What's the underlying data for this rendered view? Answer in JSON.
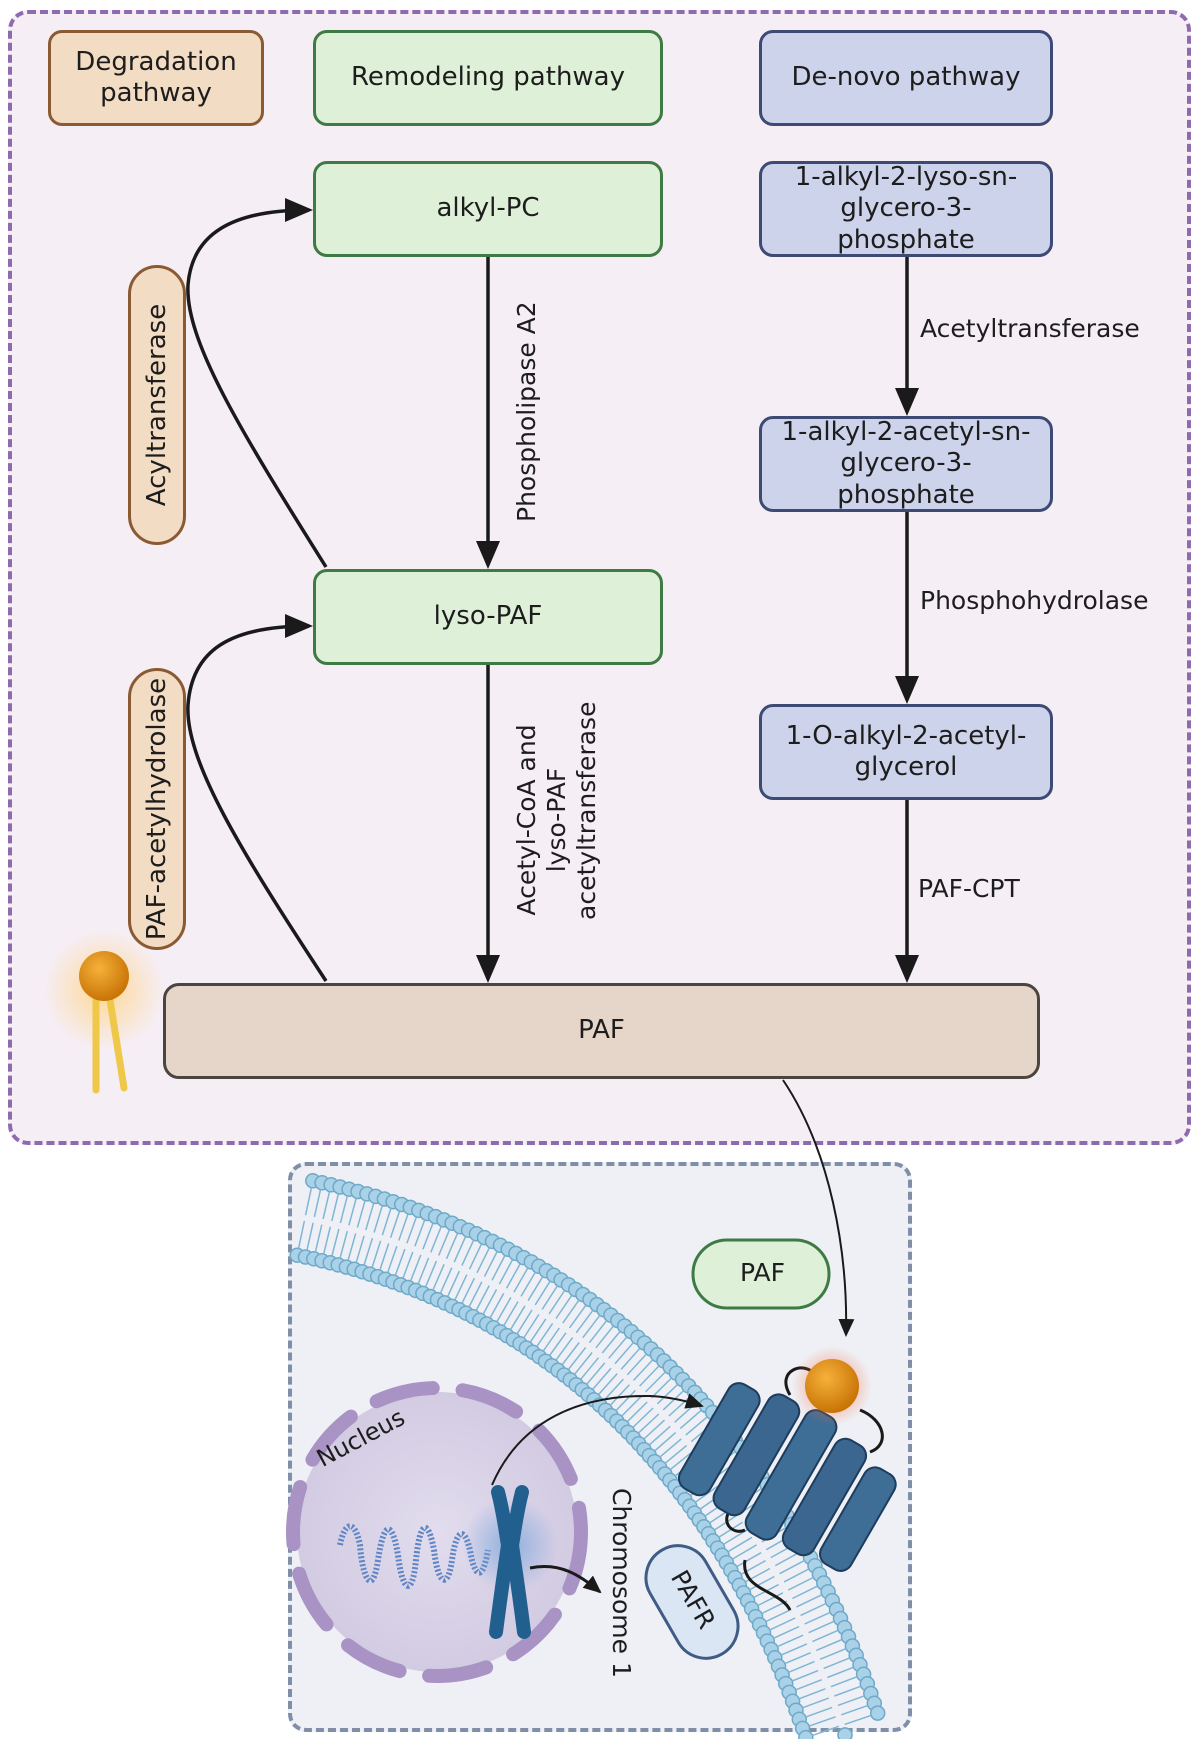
{
  "pathways": {
    "degradation": "Degradation pathway",
    "remodeling": "Remodeling pathway",
    "denovo": "De-novo pathway"
  },
  "remodeling": {
    "alkyl_pc": "alkyl-PC",
    "lyso_paf": "lyso-PAF",
    "enzyme_pla2": "Phospholipase A2",
    "enzyme_acetyl_line1": "Acetyl-CoA and",
    "enzyme_acetyl_line2": "lyso-PAF",
    "enzyme_acetyl_line3": "acetyltransferase"
  },
  "degradation": {
    "acyltransferase": "Acyltransferase",
    "paf_acetylhydrolase": "PAF-acetylhydrolase"
  },
  "denovo": {
    "step1": "1-alkyl-2-lyso-sn-glycero-3-phosphate",
    "step2": "1-alkyl-2-acetyl-sn-glycero-3-phosphate",
    "step3": "1-O-alkyl-2-acetyl-glycerol",
    "enzyme1": "Acetyltransferase",
    "enzyme2": "Phosphohydrolase",
    "enzyme3": "PAF-CPT"
  },
  "paf_bar": "PAF",
  "cell": {
    "paf_ligand": "PAF",
    "pafr": "PAFR",
    "nucleus": "Nucleus",
    "chromosome": "Chromosome 1"
  },
  "colors": {
    "green_fill": "#dff0d8",
    "blue_fill": "#cdd3ea",
    "tan_fill": "#f2dcc3",
    "receptor": "#3e6d96",
    "membrane": "#a9d2e8",
    "nucleus": "#a992c4",
    "ligand": "#e3950f"
  },
  "icons": [
    "paf-lipid-icon",
    "membrane-bilayer-icon",
    "pafr-receptor-icon",
    "nucleus-icon",
    "chromosome-icon",
    "dna-icon"
  ]
}
